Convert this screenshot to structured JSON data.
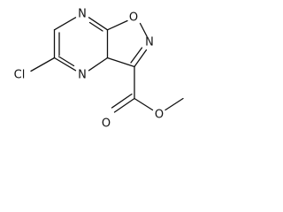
{
  "molecule": {
    "atoms": {
      "n_top": "N",
      "o_ring": "O",
      "n_isox": "N",
      "cl": "Cl",
      "n_bottom": "N",
      "o_carbonyl": "O",
      "o_ester": "O"
    }
  }
}
